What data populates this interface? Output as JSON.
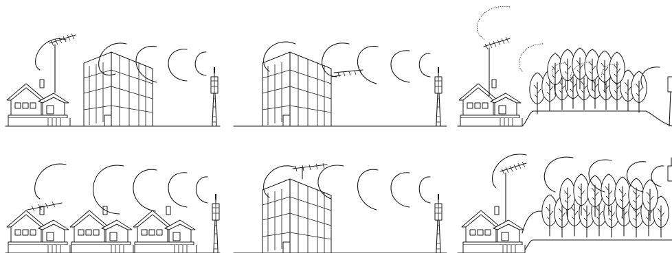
{
  "figure": {
    "panels": [
      {
        "id": "p1",
        "scene": "house-antenna-behind-building"
      },
      {
        "id": "p2",
        "scene": "building-roof-antenna"
      },
      {
        "id": "p3",
        "scene": "house-antenna-behind-forest"
      },
      {
        "id": "p4",
        "scene": "row-of-houses"
      },
      {
        "id": "p5",
        "scene": "building-with-high-antenna"
      },
      {
        "id": "p6",
        "scene": "house-antenna-forest-beside"
      }
    ]
  }
}
